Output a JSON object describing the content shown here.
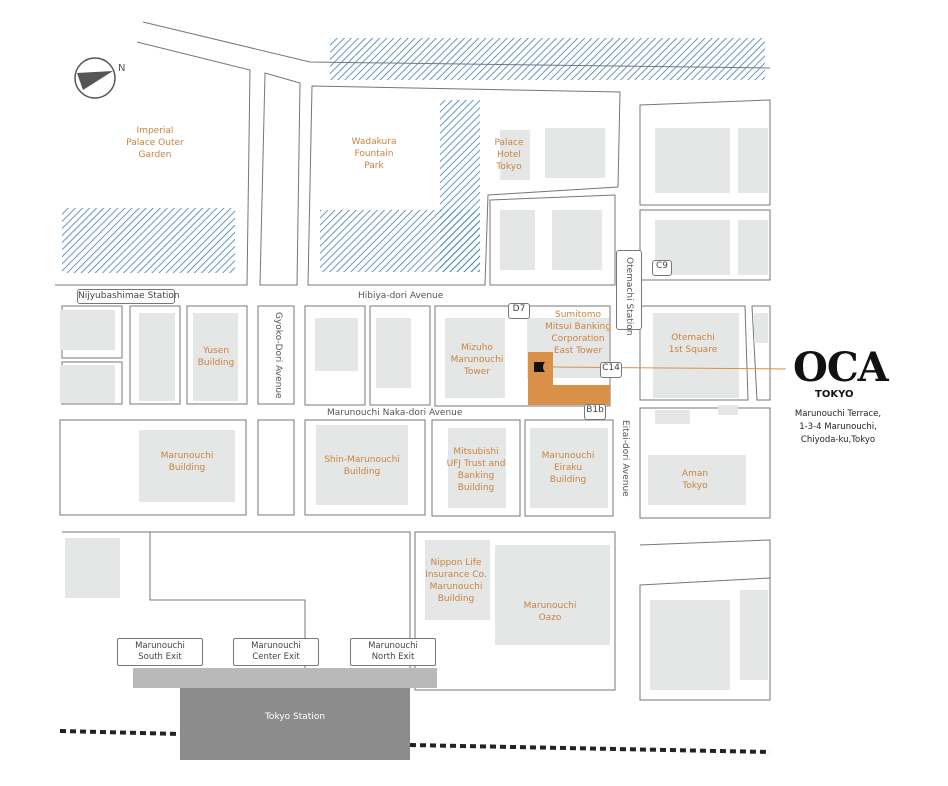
{
  "colors": {
    "water": "#3d7fb3",
    "building": "#e5e6e6",
    "highlight": "#d9914a",
    "station": "#8c8c8c",
    "road_line": "#777777"
  },
  "compass": {
    "label": "N"
  },
  "places": {
    "imperial": [
      "Imperial",
      "Palace Outer",
      "Garden"
    ],
    "wadakura": [
      "Wadakura",
      "Fountain",
      "Park"
    ],
    "palace_hotel": [
      "Palace",
      "Hotel",
      "Tokyo"
    ],
    "yusen": [
      "Yusen",
      "Building"
    ],
    "mizuho": [
      "Mizuho",
      "Marunouchi",
      "Tower"
    ],
    "smbc": [
      "Sumitomo",
      "Mitsui Banking",
      "Corporation",
      "East Tower"
    ],
    "otemachi1st": [
      "Otemachi",
      "1st Square"
    ],
    "marunouchi_bldg": [
      "Marunouchi",
      "Building"
    ],
    "shin_marunouchi": [
      "Shin-Marunouchi",
      "Building"
    ],
    "mufg": [
      "Mitsubishi",
      "UFJ Trust and",
      "Banking",
      "Building"
    ],
    "eiraku": [
      "Marunouchi",
      "Eiraku",
      "Building"
    ],
    "aman": [
      "Aman",
      "Tokyo"
    ],
    "nippon_life": [
      "Nippon Life",
      "Insurance Co.",
      "Marunouchi",
      "Building"
    ],
    "oazo": [
      "Marunouchi",
      "Oazo"
    ]
  },
  "roads": {
    "hibiya": "Hibiya-dori Avenue",
    "nakadori": "Marunouchi Naka-dori Avenue",
    "gyoko": "Gyoko-Dori Avenue",
    "eitai": "Eitai-dori Avenue"
  },
  "stations": {
    "nijyubashimae": "Nijyubashimae Station",
    "otemachi": "Otemachi Station",
    "tokyo": "Tokyo Station"
  },
  "exits": {
    "d7": "D7",
    "c9": "C9",
    "c14": "C14",
    "b1b": "B1b"
  },
  "station_exits": [
    [
      "Marunouchi",
      "South Exit"
    ],
    [
      "Marunouchi",
      "Center Exit"
    ],
    [
      "Marunouchi",
      "North Exit"
    ]
  ],
  "destination": {
    "logo": "OCA",
    "logo_sub": "TOKYO",
    "address": [
      "Marunouchi Terrace,",
      "1-3-4 Marunouchi,",
      "Chiyoda-ku,Tokyo"
    ]
  }
}
